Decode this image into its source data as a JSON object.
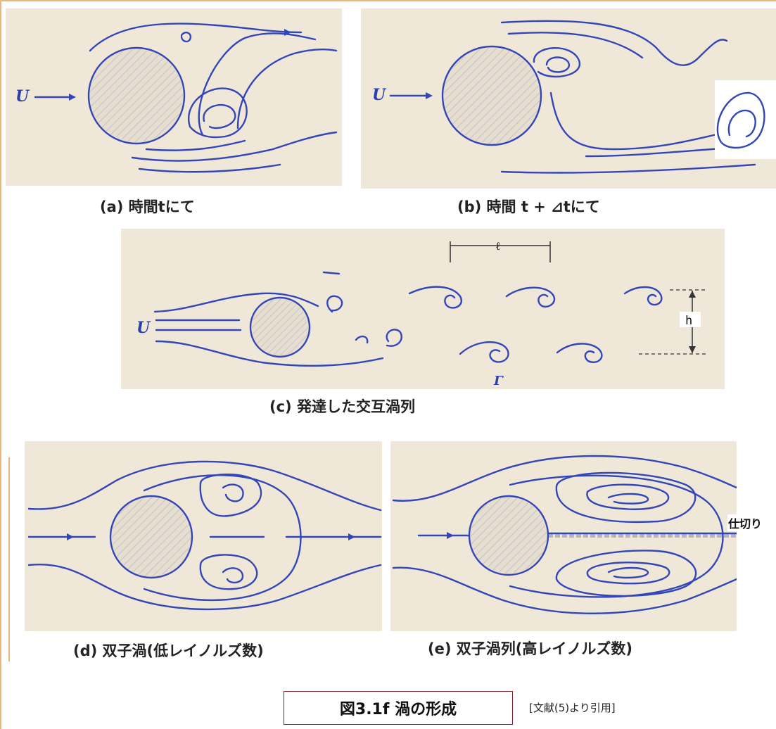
{
  "panels": {
    "a": {
      "caption": "(a) 時間tにて",
      "label_u": "U"
    },
    "b": {
      "caption": "(b) 時間 t + ⊿tにて",
      "label_u": "U"
    },
    "c": {
      "caption": "(c) 発達した交互渦列",
      "label_u": "U",
      "label_l": "ℓ",
      "label_h": "h",
      "label_gamma": "Γ"
    },
    "d": {
      "caption": "(d)  双子渦(低レイノルズ数)"
    },
    "e": {
      "caption": "(e)  双子渦列(高レイノルズ数)",
      "partition_label": "仕切り"
    }
  },
  "figure": {
    "title": "図3.1f  渦の形成",
    "source": "[文献(5)より引用]"
  },
  "colors": {
    "ink": "#3346b8",
    "paper": "#efe8d8",
    "frame": "#e9b87a",
    "title_border": "#8b1c24"
  }
}
